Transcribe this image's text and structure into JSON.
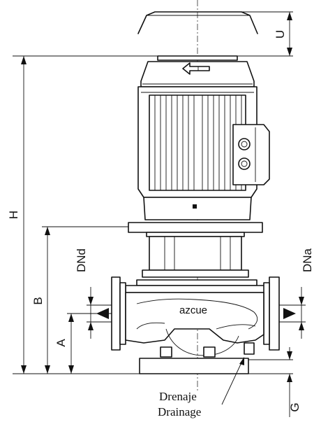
{
  "labels": {
    "u": "U",
    "h": "H",
    "b": "B",
    "a": "A",
    "dnd": "DNd",
    "dna": "DNa",
    "g": "G",
    "azcue": "azcue",
    "drenaje": "Drenaje",
    "drainage": "Drainage"
  },
  "colors": {
    "line": "#111111",
    "background": "#ffffff"
  },
  "icons": {
    "direction_arrow": "flow-direction-arrow-icon"
  }
}
